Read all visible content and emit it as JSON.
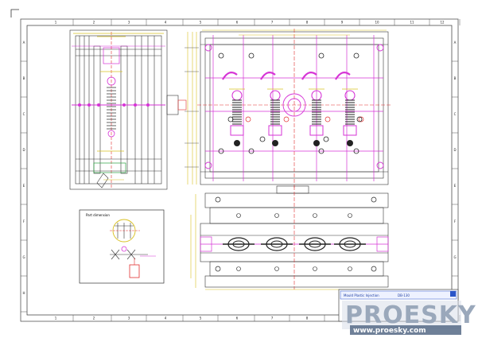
{
  "sheet": {
    "colors": {
      "frame": "#444444",
      "mold": "#333333",
      "magenta": "#d633d6",
      "red": "#e23030",
      "yellow": "#d8c020",
      "blue": "#2a55c8",
      "green": "#2aa040"
    }
  },
  "column_markers": [
    "1",
    "2",
    "3",
    "4",
    "5",
    "6",
    "7",
    "8",
    "9",
    "10",
    "11",
    "12"
  ],
  "row_markers": [
    "A",
    "B",
    "C",
    "D",
    "E",
    "F",
    "G",
    "H"
  ],
  "inset": {
    "title": "Part dimension"
  },
  "title_block": {
    "heading": "Mould Plastic Injection",
    "subheading": "DB-130"
  },
  "watermark": {
    "text": "PROESKY",
    "url": "www.proesky.com"
  }
}
